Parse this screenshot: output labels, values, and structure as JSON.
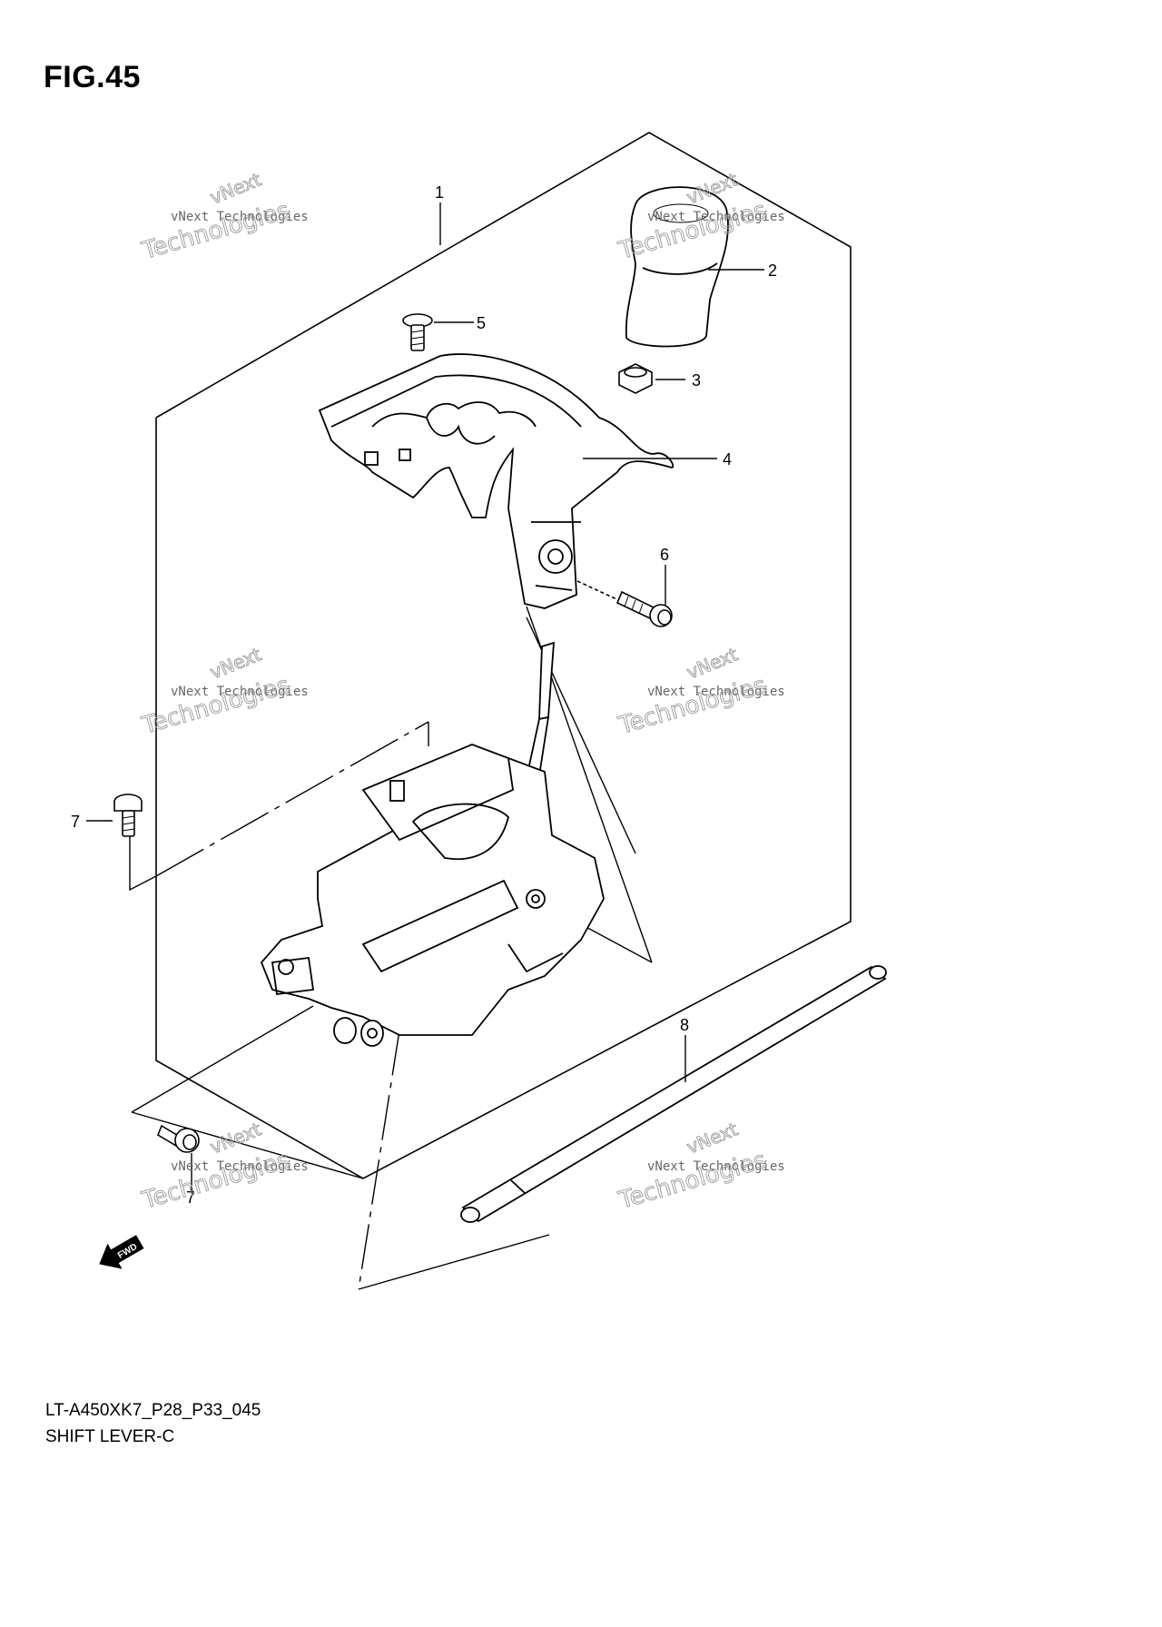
{
  "figure": {
    "title": "FIG.45"
  },
  "callouts": [
    {
      "number": "1"
    },
    {
      "number": "2"
    },
    {
      "number": "3"
    },
    {
      "number": "4"
    },
    {
      "number": "5"
    },
    {
      "number": "6"
    },
    {
      "number": "7"
    },
    {
      "number": "8"
    },
    {
      "number": "7"
    }
  ],
  "watermark": {
    "line1": "vNext",
    "line2": "vNext Technologies",
    "line3": "Technologies"
  },
  "direction_marker": {
    "label": "FWD"
  },
  "caption": {
    "model_code": "LT-A450XK7_P28_P33_045",
    "description": "SHIFT LEVER-C"
  }
}
